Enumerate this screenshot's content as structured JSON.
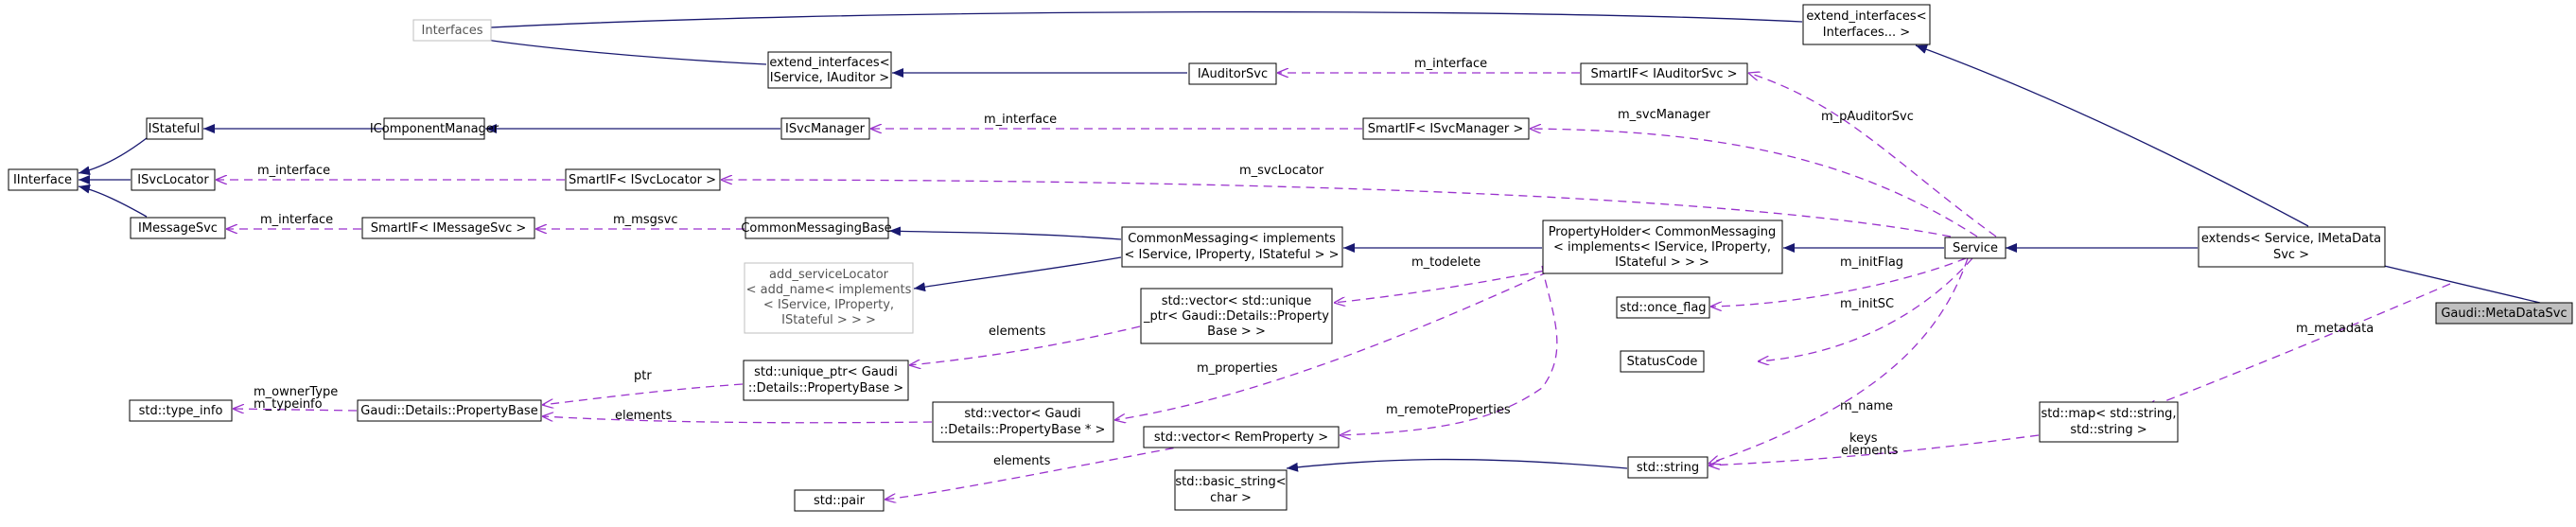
{
  "nodes": {
    "interfaces": [
      "Interfaces"
    ],
    "extend_interfaces_2": [
      "extend_interfaces<",
      "IService, IAuditor >"
    ],
    "extend_interfaces_n": [
      "extend_interfaces<",
      "Interfaces... >"
    ],
    "iauditorsvc": [
      "IAuditorSvc"
    ],
    "smartif_iauditorsvc": [
      "SmartIF< IAuditorSvc >"
    ],
    "istateful": [
      "IStateful"
    ],
    "icomponentmanager": [
      "IComponentManager"
    ],
    "isvcmanager": [
      "ISvcManager"
    ],
    "smartif_isvcmanager": [
      "SmartIF< ISvcManager >"
    ],
    "iinterface": [
      "IInterface"
    ],
    "isvclocator": [
      "ISvcLocator"
    ],
    "smartif_isvclocator": [
      "SmartIF< ISvcLocator >"
    ],
    "imessagesvc": [
      "IMessageSvc"
    ],
    "smartif_imessagesvc": [
      "SmartIF< IMessageSvc >"
    ],
    "commonmessagingbase": [
      "CommonMessagingBase"
    ],
    "commonmessaging": [
      "CommonMessaging< implements",
      "< IService, IProperty, IStateful > >"
    ],
    "propertyholder": [
      "PropertyHolder< CommonMessaging",
      "< implements< IService, IProperty,",
      "IStateful > > >"
    ],
    "service": [
      "Service"
    ],
    "extends": [
      "extends< Service, IMetaData",
      "Svc >"
    ],
    "metadatasvc": [
      "Gaudi::MetaDataSvc"
    ],
    "add_servicelocator": [
      "add_serviceLocator",
      "< add_name< implements",
      "< IService, IProperty,",
      "IStateful > > >"
    ],
    "vector_unique_ptr": [
      "std::vector< std::unique",
      "_ptr< Gaudi::Details::Property",
      "Base > >"
    ],
    "once_flag": [
      "std::once_flag"
    ],
    "statuscode": [
      "StatusCode"
    ],
    "type_info": [
      "std::type_info"
    ],
    "propertybase": [
      "Gaudi::Details::PropertyBase"
    ],
    "unique_ptr_pb": [
      "std::unique_ptr< Gaudi",
      "::Details::PropertyBase >"
    ],
    "vector_pb_ptr": [
      "std::vector< Gaudi",
      "::Details::PropertyBase * >"
    ],
    "vector_remprop": [
      "std::vector< RemProperty >"
    ],
    "string": [
      "std::string"
    ],
    "map": [
      "std::map< std::string,",
      "std::string >"
    ],
    "pair": [
      "std::pair"
    ],
    "basic_string": [
      "std::basic_string<",
      "char >"
    ]
  },
  "edge_labels": {
    "m_interface_auditor": "m_interface",
    "m_pauditorsvc": "m_pAuditorSvc",
    "m_interface_svcmanager": "m_interface",
    "m_svcmanager": "m_svcManager",
    "m_interface_svclocator": "m_interface",
    "m_svclocator": "m_svcLocator",
    "m_interface_messagesvc": "m_interface",
    "m_msgsvc": "m_msgsvc",
    "m_todelete": "m_todelete",
    "m_initflag": "m_initFlag",
    "m_initsc": "m_initSC",
    "m_metadata": "m_metadata",
    "elements_1": "elements",
    "ptr": "ptr",
    "m_ownertype": "m_ownerType",
    "m_typeinfo": "m_typeinfo",
    "elements_2": "elements",
    "m_properties": "m_properties",
    "m_remoteproperties": "m_remoteProperties",
    "m_name": "m_name",
    "keys": "keys",
    "elements_3": "elements",
    "elements_4": "elements"
  },
  "colors": {
    "inheritance": "#191970",
    "usage": "#9a32cd",
    "highlight_fill": "#bfbfbf",
    "grey_border": "#bfbfbf"
  }
}
